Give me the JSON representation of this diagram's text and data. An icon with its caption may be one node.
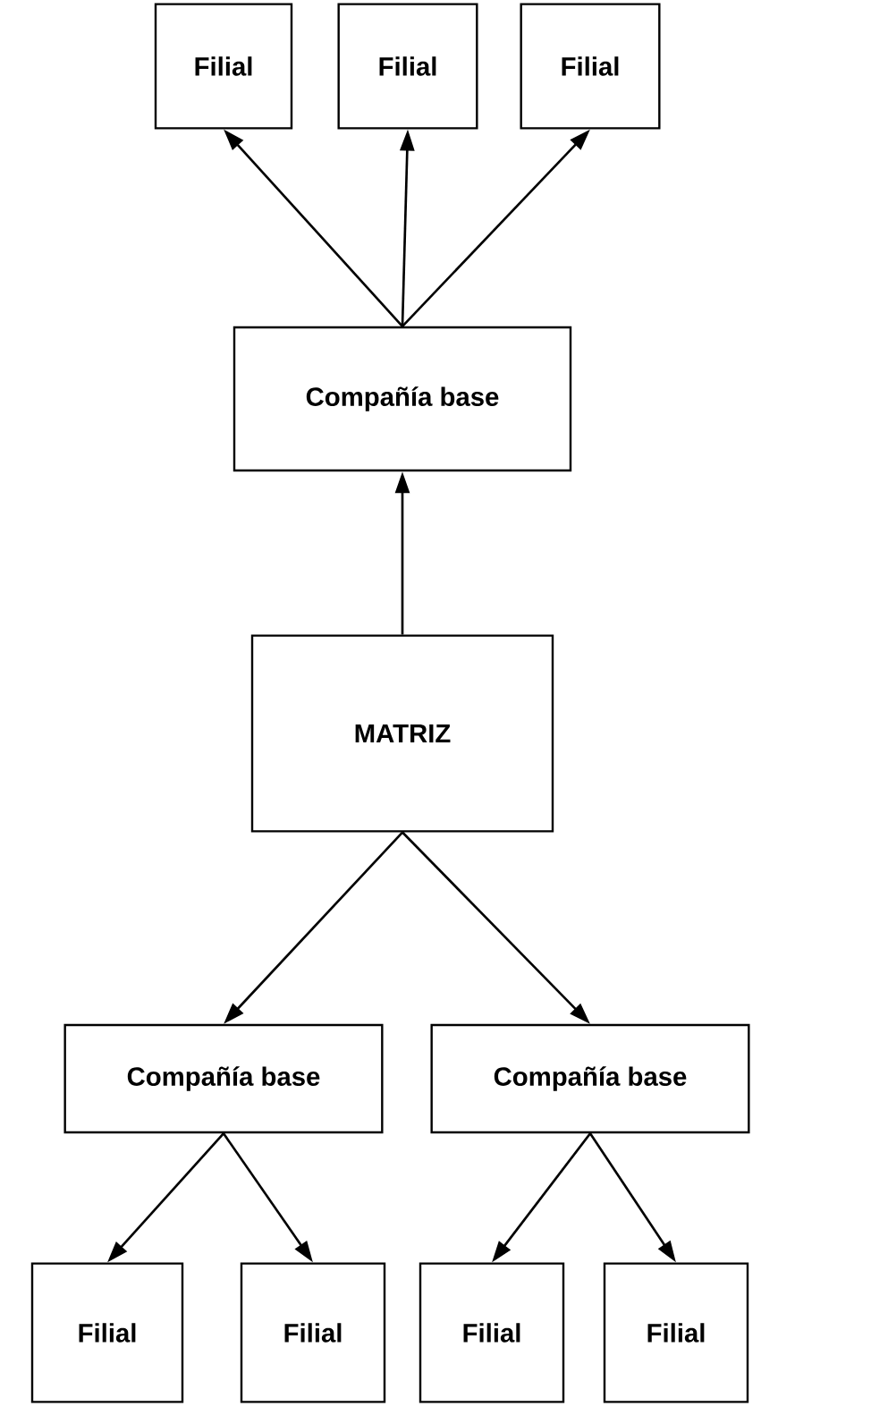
{
  "diagram": {
    "nodes": [
      {
        "text": [
          "Filial"
        ]
      },
      {
        "text": [
          "Filial"
        ]
      },
      {
        "text": [
          "Filial"
        ]
      },
      {
        "text": [
          "Compañía base"
        ]
      },
      {
        "text": [
          "MATRIZ"
        ]
      },
      {
        "text": [
          "Compañía base"
        ]
      },
      {
        "text": [
          "Compañía base"
        ]
      },
      {
        "text": [
          "Filial"
        ]
      },
      {
        "text": [
          "Filial"
        ]
      },
      {
        "text": [
          "Filial"
        ]
      },
      {
        "text": [
          "Filial"
        ]
      }
    ],
    "edges": [
      {
        "from": 3,
        "to": 0,
        "arrow": "to"
      },
      {
        "from": 3,
        "to": 1,
        "arrow": "to"
      },
      {
        "from": 3,
        "to": 2,
        "arrow": "to"
      },
      {
        "from": 4,
        "to": 3,
        "arrow": "to"
      },
      {
        "from": 4,
        "to": 5,
        "arrow": "to"
      },
      {
        "from": 4,
        "to": 6,
        "arrow": "to"
      },
      {
        "from": 5,
        "to": 7,
        "arrow": "to"
      },
      {
        "from": 5,
        "to": 8,
        "arrow": "to"
      },
      {
        "from": 6,
        "to": 9,
        "arrow": "to"
      },
      {
        "from": 6,
        "to": 10,
        "arrow": "to"
      }
    ]
  }
}
